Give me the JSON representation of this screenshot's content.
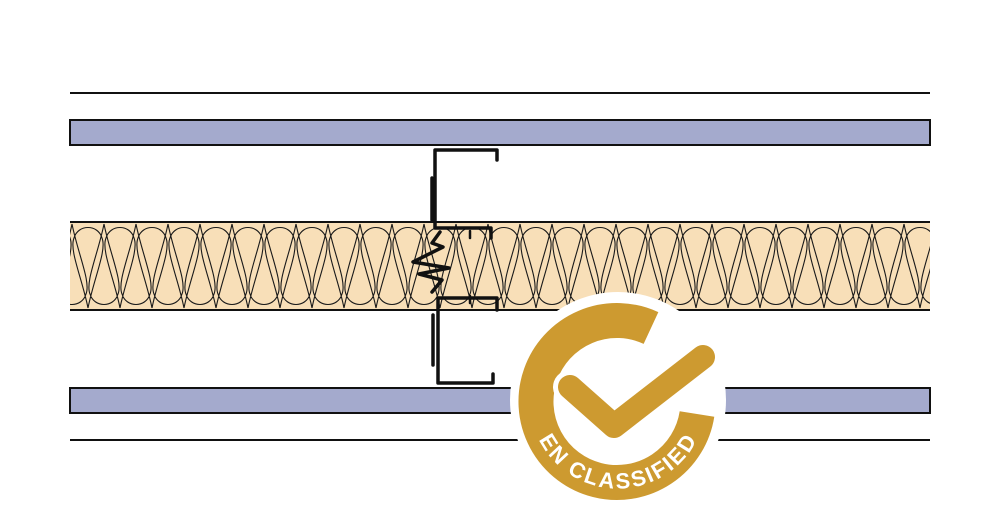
{
  "diagram": {
    "colors": {
      "background": "#ffffff",
      "line": "#111111",
      "board": "#a4aacd",
      "insulation": "#f8dfb8",
      "insulation_line": "#1a1a1a",
      "badge_gold": "#cd9a30",
      "badge_text": "#ffffff"
    },
    "layers": [
      "outer-face-line-top",
      "plasterboard-top",
      "mineral-wool-insulation",
      "plasterboard-bottom",
      "outer-face-line-bottom"
    ],
    "badge": {
      "label": "EN CLASSIFIED",
      "icon": "checkmark-icon"
    }
  }
}
